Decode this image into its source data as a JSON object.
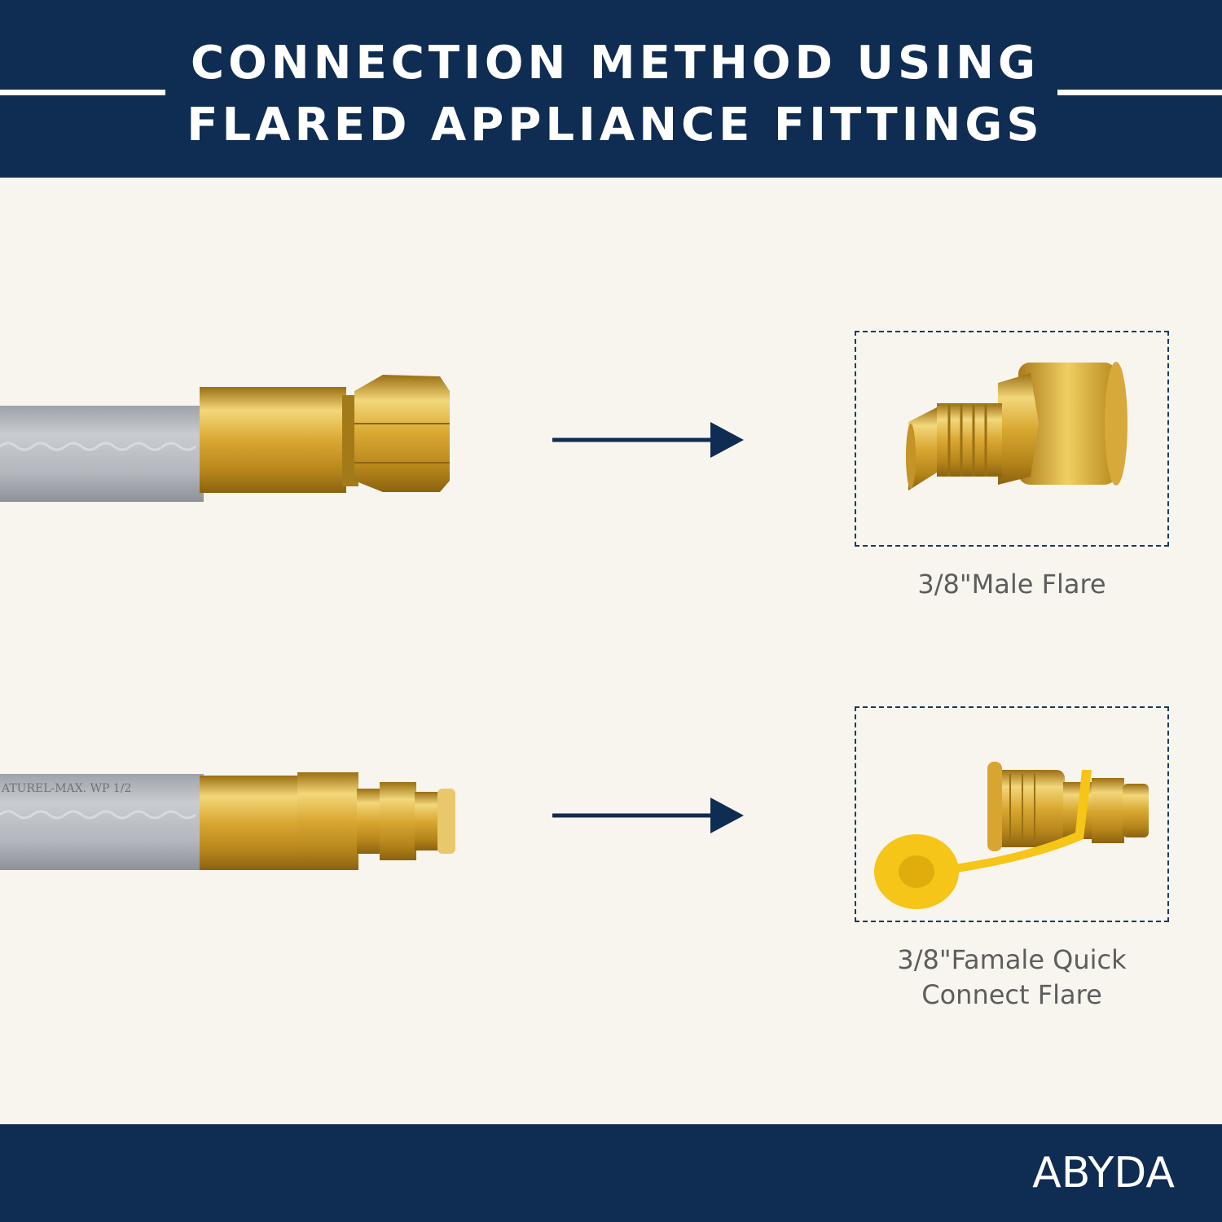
{
  "header": {
    "title_line1": "CONNECTION METHOD USING",
    "title_line2": "FLARED APPLIANCE FITTINGS"
  },
  "rows": [
    {
      "caption_line1": "3/8\"Male Flare",
      "caption_line2": ""
    },
    {
      "caption_line1": "3/8\"Famale Quick",
      "caption_line2": "Connect Flare"
    }
  ],
  "hose_print": "ATUREL-MAX. WP 1/2",
  "footer": {
    "brand": "ABYDA"
  },
  "colors": {
    "navy": "#0f2c52",
    "background": "#f8f5ef",
    "brass": "#d4a32c",
    "hose": "#b8bcc2",
    "cap": "#f5c518"
  },
  "icons": [
    "arrow-right-icon",
    "arrow-right-icon"
  ]
}
